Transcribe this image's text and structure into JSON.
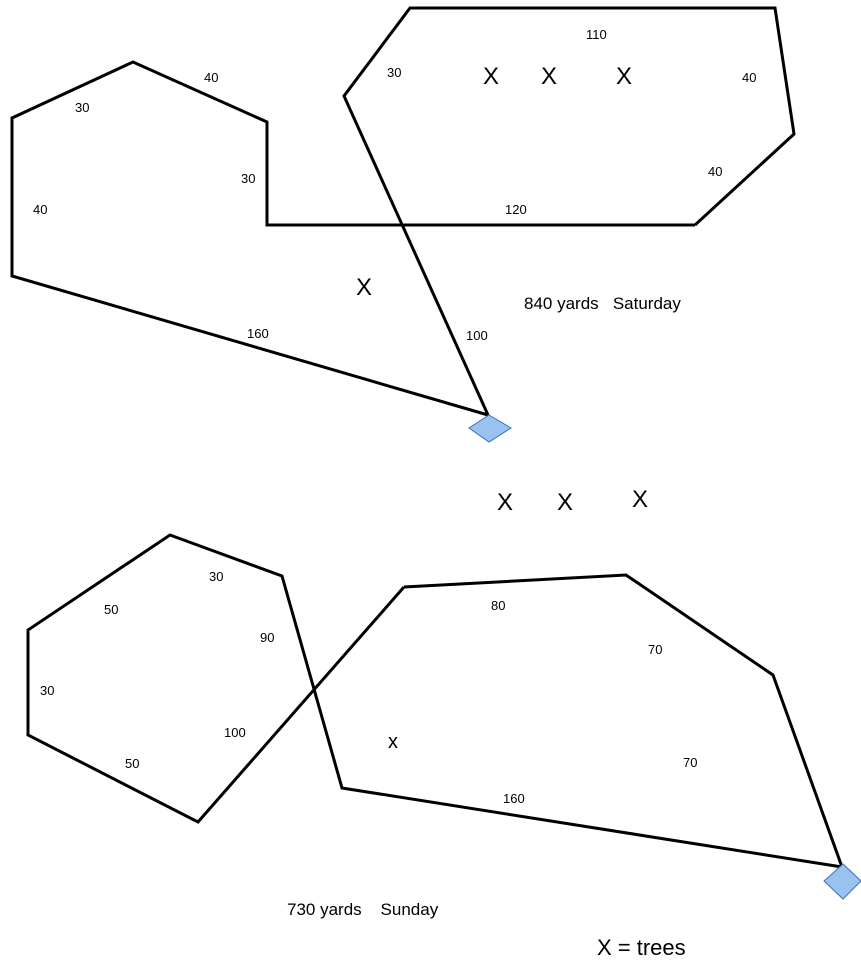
{
  "saturday": {
    "segments": [
      "30",
      "40",
      "30",
      "40",
      "160",
      "100",
      "30",
      "110",
      "40",
      "40",
      "120"
    ],
    "trees": [
      "X",
      "X",
      "X",
      "X"
    ],
    "caption": "840 yards   Saturday"
  },
  "between_trees": [
    "X",
    "X",
    "X"
  ],
  "sunday": {
    "segments": [
      "50",
      "30",
      "90",
      "30",
      "50",
      "100",
      "80",
      "70",
      "70",
      "160"
    ],
    "trees": [
      "x"
    ],
    "caption": "730 yards    Sunday"
  },
  "legend": "X = trees",
  "colors": {
    "line": "#000000",
    "start_marker_fill": "#99c2f0",
    "start_marker_stroke": "#3a6fb5"
  }
}
